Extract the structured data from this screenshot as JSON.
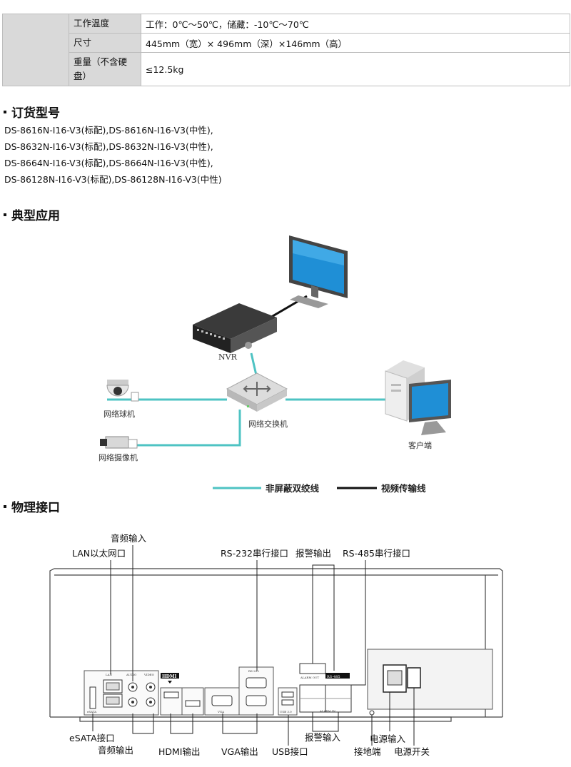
{
  "spec": {
    "rows": [
      {
        "key": "工作温度",
        "value": "工作：0℃～50℃，储藏：-10℃～70℃"
      },
      {
        "key": "尺寸",
        "value": "445mm（宽）× 496mm（深）×146mm（高）"
      },
      {
        "key": "重量（不含硬盘）",
        "value": "≤12.5kg"
      }
    ]
  },
  "ordering": {
    "title": "订货型号",
    "lines": [
      "DS-8616N-I16-V3(标配),DS-8616N-I16-V3(中性),",
      "DS-8632N-I16-V3(标配),DS-8632N-I16-V3(中性),",
      "DS-8664N-I16-V3(标配),DS-8664N-I16-V3(中性),",
      "DS-86128N-I16-V3(标配),DS-86128N-I16-V3(中性)"
    ]
  },
  "application": {
    "title": "典型应用",
    "nvr_label": "NVR",
    "switch_label": "网络交换机",
    "dome_label": "网络球机",
    "camera_label": "网络摄像机",
    "client_label": "客户端",
    "legend_utp": "非屏蔽双绞线",
    "legend_video": "视频传输线",
    "colors": {
      "utp": "#4ec3c3",
      "video": "#111111"
    }
  },
  "interfaces": {
    "title": "物理接口",
    "labels": {
      "audio_in": "音频输入",
      "lan": "LAN以太网口",
      "rs232": "RS-232串行接口",
      "alarm_out": "报警输出",
      "rs485": "RS-485串行接口",
      "esata": "eSATA接口",
      "audio_out": "音频输出",
      "hdmi": "HDMI输出",
      "vga": "VGA输出",
      "usb": "USB接口",
      "alarm_in": "报警输入",
      "power_in": "电源输入",
      "ground": "接地端",
      "power_switch": "电源开关"
    },
    "panel_text": {
      "lan": "LAN",
      "audio": "AUDIO",
      "video": "VIDEO",
      "hdmi": "HDMI",
      "vga": "VGA",
      "rs232": "RS-232",
      "esata": "eSATA",
      "usb": "USB 3.0",
      "alarm_out": "ALARM OUT",
      "alarm_in": "ALARM IN",
      "rs485": "RS-485"
    }
  }
}
